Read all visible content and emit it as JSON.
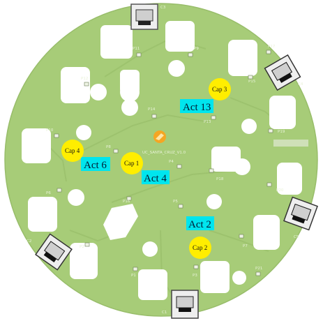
{
  "board": {
    "silkscreen_title": "UC_SANTA_CRUZ_V1.0",
    "connectors": [
      "C1",
      "C2",
      "C3",
      "C4",
      "C5"
    ],
    "led_labels": [
      "P1",
      "P2",
      "P3",
      "P4",
      "P5",
      "P6",
      "P7",
      "P8",
      "P9",
      "P10",
      "P11",
      "P12",
      "P13",
      "P14",
      "P15",
      "P16",
      "P17",
      "P18",
      "P19",
      "P20",
      "P21"
    ]
  },
  "labels": {
    "caps": [
      "Cap 1",
      "Cap 2",
      "Cap 3",
      "Cap 4"
    ],
    "acts": [
      "Act 2",
      "Act 4",
      "Act 6",
      "Act 13"
    ]
  },
  "colors": {
    "board": "#a7cc78",
    "cap_marker": "#ffee00",
    "act_label": "#00e5ee",
    "logo": "#f5a623"
  }
}
